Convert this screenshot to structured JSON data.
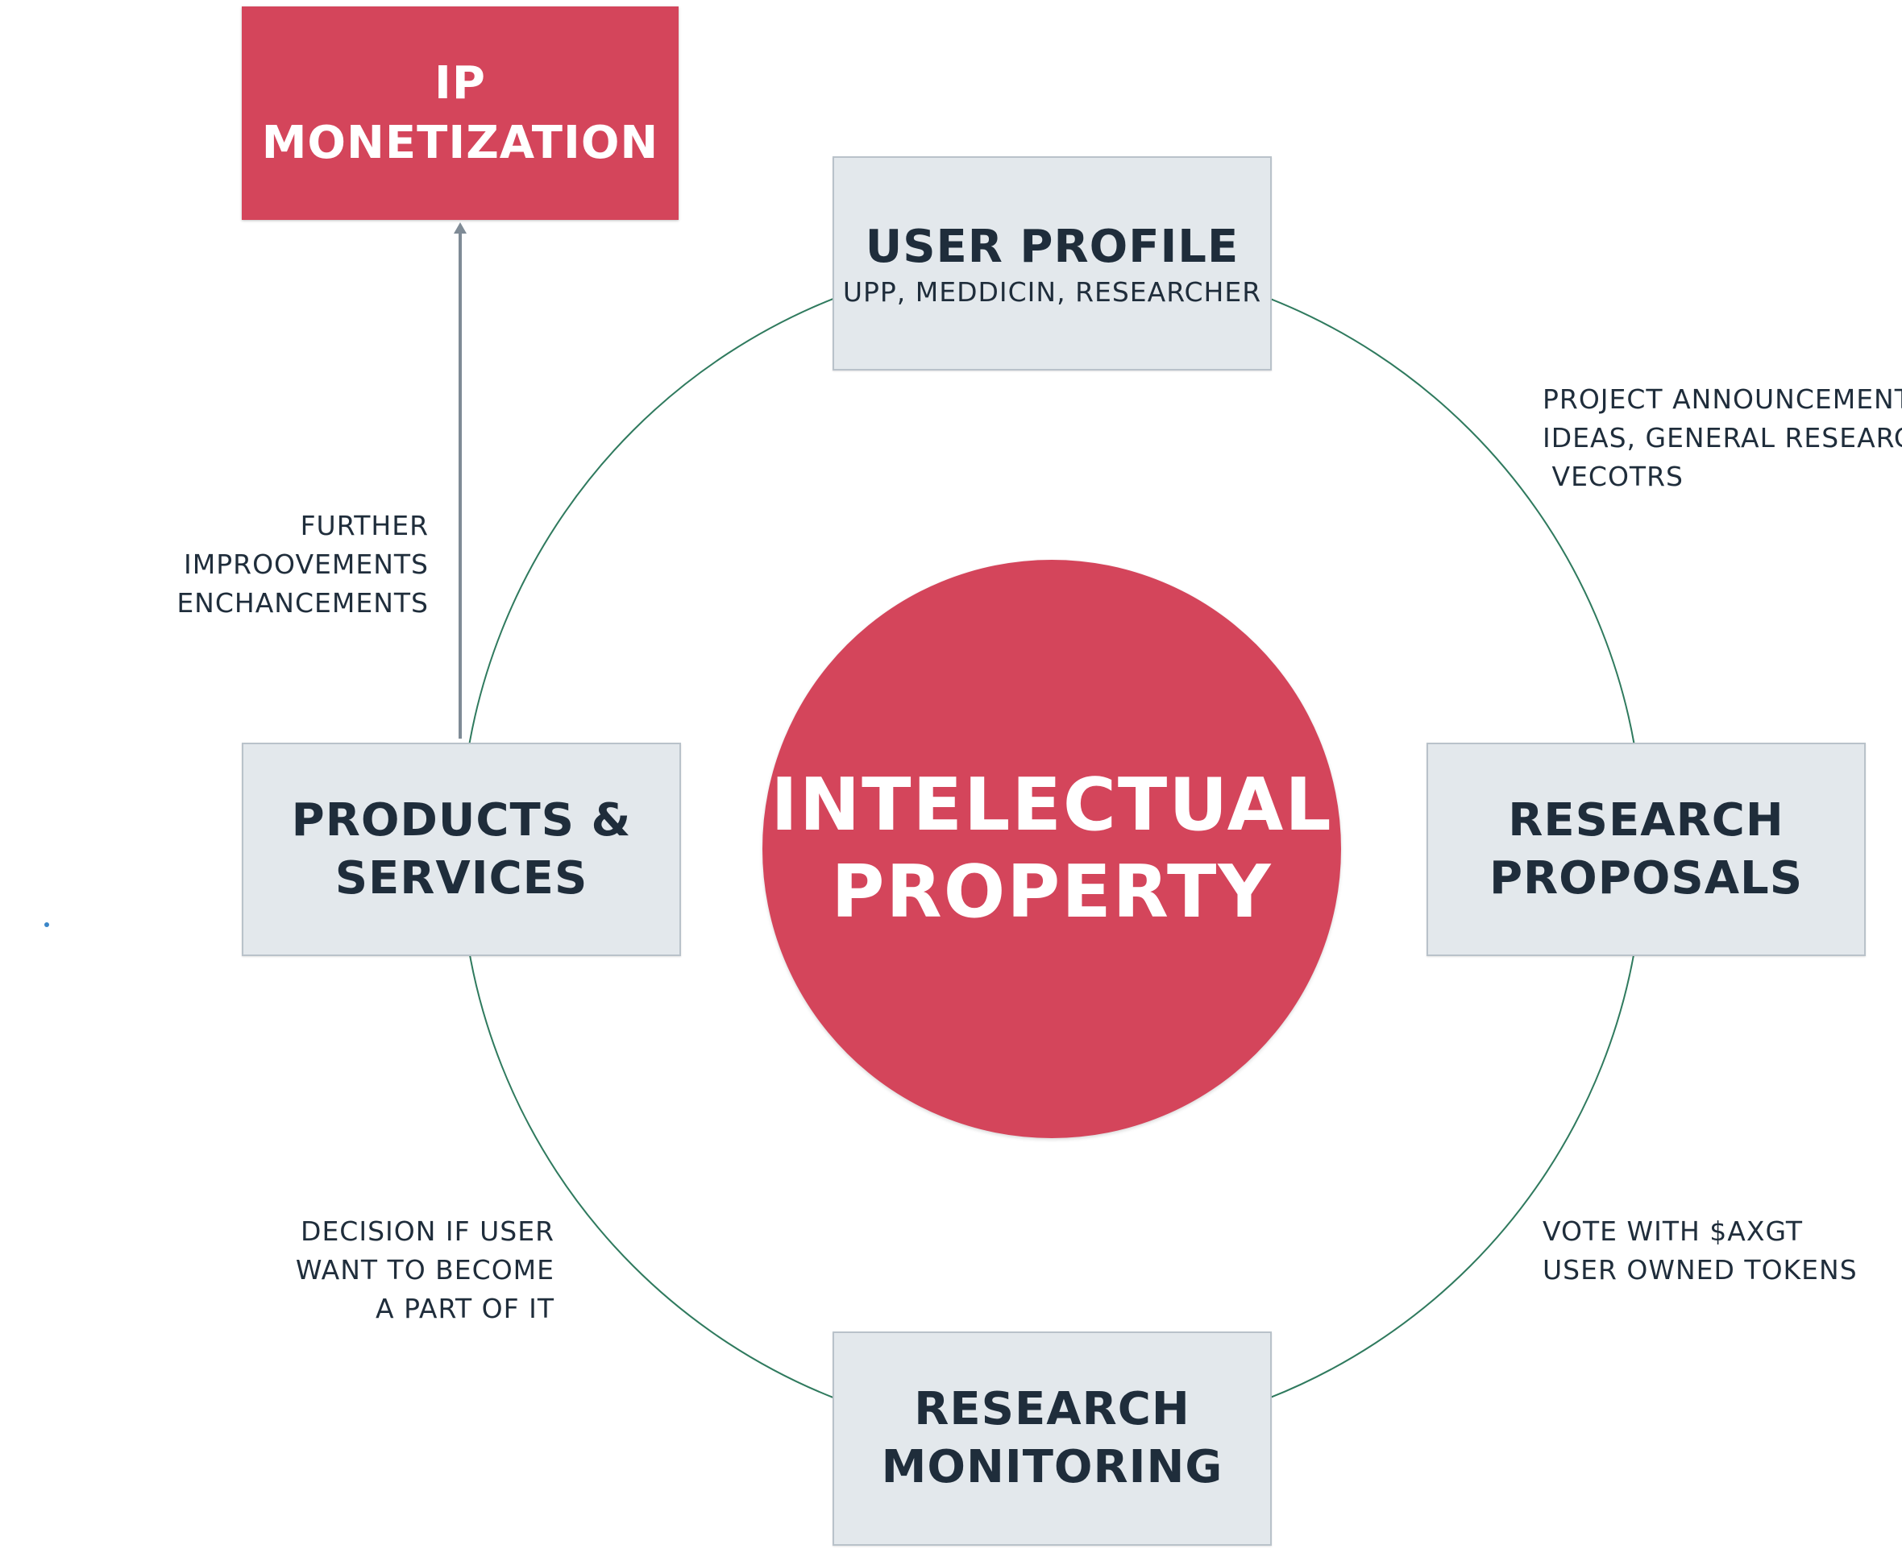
{
  "center": {
    "line1": "INTELECTUAL",
    "line2": "PROPERTY"
  },
  "nodes": {
    "ip_monetization": {
      "line1": "IP",
      "line2": "MONETIZATION",
      "color": "#d4455b"
    },
    "user_profile": {
      "title": "USER PROFILE",
      "subtitle": "UPP, MEDDICIN, RESEARCHER"
    },
    "research_proposals": {
      "line1": "RESEARCH",
      "line2": "PROPOSALS"
    },
    "research_monitoring": {
      "line1": "RESEARCH",
      "line2": "MONITORING"
    },
    "products_services": {
      "line1": "PRODUCTS &",
      "line2": "SERVICES"
    }
  },
  "annotations": {
    "project_announcements": [
      "PROJECT ANNOUNCEMENTS",
      "IDEAS, GENERAL RESEARCH",
      " VECOTRS"
    ],
    "further_improvements": [
      "FURTHER",
      "IMPROOVEMENTS",
      "ENCHANCEMENTS"
    ],
    "vote": [
      "VOTE WITH $AXGT",
      "USER OWNED TOKENS"
    ],
    "decision": [
      "DECISION IF USER",
      "WANT TO BECOME",
      "A PART OF IT"
    ]
  },
  "colors": {
    "accent_red": "#d4455b",
    "box_grey": "#e3e8ec",
    "text_dark": "#1f2d3b",
    "cycle_line": "#2f7a5e",
    "arrow": "#7f8b96"
  }
}
